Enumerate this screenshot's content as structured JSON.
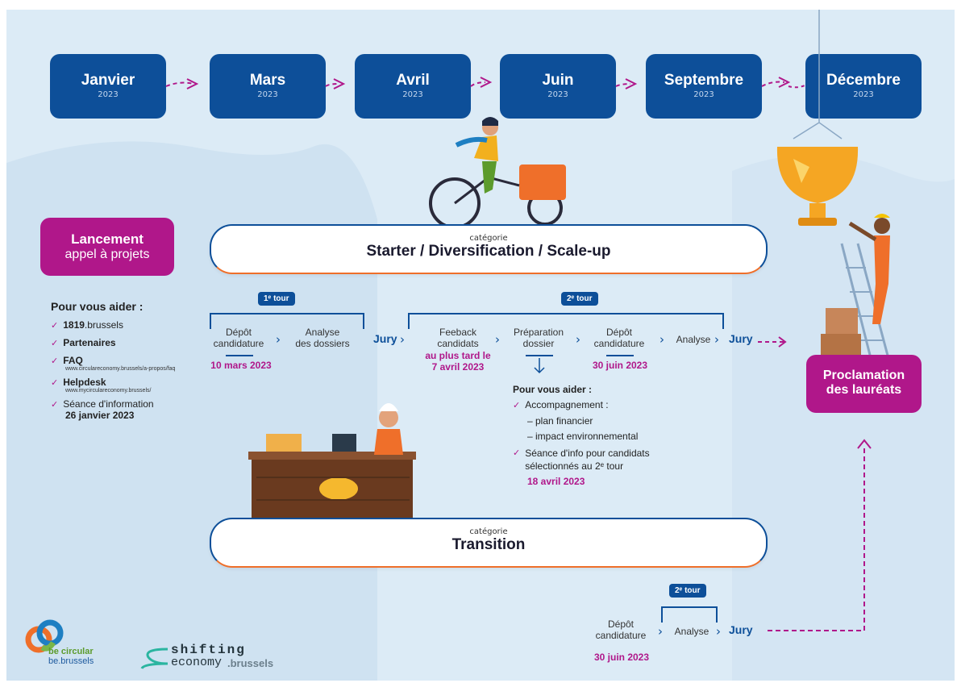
{
  "timeline": [
    {
      "month": "Janvier",
      "year": "2023"
    },
    {
      "month": "Mars",
      "year": "2023"
    },
    {
      "month": "Avril",
      "year": "2023"
    },
    {
      "month": "Juin",
      "year": "2023"
    },
    {
      "month": "Septembre",
      "year": "2023"
    },
    {
      "month": "Décembre",
      "year": "2023"
    }
  ],
  "launch": {
    "line1": "Lancement",
    "line2": "appel à projets"
  },
  "help_left": {
    "title": "Pour vous aider :",
    "items": [
      {
        "bold": "1819",
        "rest": ".brussels",
        "sub": ""
      },
      {
        "bold": "Partenaires",
        "rest": "",
        "sub": ""
      },
      {
        "bold": "FAQ",
        "rest": "",
        "sub": "www.circulareconomy.brussels/a-propos/faq"
      },
      {
        "bold": "Helpdesk",
        "rest": "",
        "sub": "www.mycirculareconomy.brussels/"
      },
      {
        "bold": "",
        "rest": "Séance d'information",
        "sub": ""
      }
    ],
    "info_date": "26 janvier 2023"
  },
  "category1": {
    "label": "catégorie",
    "name": "Starter / Diversification / Scale-up"
  },
  "category2": {
    "label": "catégorie",
    "name": "Transition"
  },
  "round1": {
    "badge": "1ᵉ tour",
    "depot": "Dépôt\ncandidature",
    "analyse": "Analyse\ndes dossiers",
    "jury": "Jury",
    "date": "10 mars 2023"
  },
  "round2": {
    "badge": "2ᵉ tour",
    "feedback": "Feeback\ncandidats",
    "feedback_date": "au plus tard le\n7 avril 2023",
    "preparation": "Préparation\ndossier",
    "depot": "Dépôt\ncandidature",
    "depot_date": "30 juin 2023",
    "analyse": "Analyse",
    "jury": "Jury"
  },
  "help_mid": {
    "title": "Pour vous aider :",
    "item1": "Accompagnement :",
    "sub1": "– plan financier",
    "sub2": "– impact environnemental",
    "item2": "Séance d'info pour candidats\nsélectionnés au 2ᵉ tour",
    "date": "18 avril 2023"
  },
  "transition_round": {
    "badge": "2ᵉ tour",
    "depot": "Dépôt\ncandidature",
    "analyse": "Analyse",
    "jury": "Jury",
    "date": "30 juin 2023"
  },
  "proclamation": {
    "line1": "Proclamation",
    "line2": "des lauréats"
  },
  "logos": {
    "becircular1": "be circular",
    "becircular2": "be.brussels",
    "shifting1": "shifting",
    "shifting2": "economy",
    "shifting3": ".brussels"
  },
  "colors": {
    "navy": "#0d4f99",
    "magenta": "#b0178a",
    "bg": "#dcebf6"
  }
}
